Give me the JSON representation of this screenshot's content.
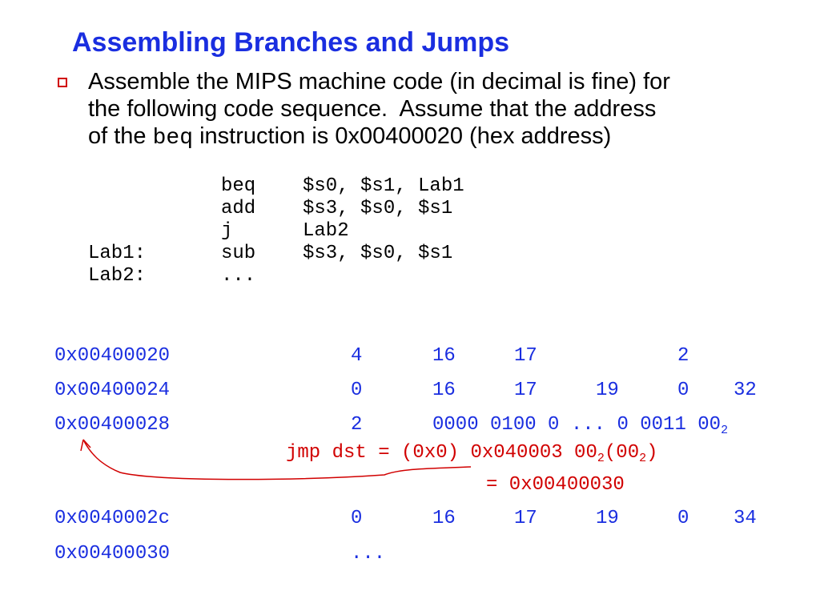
{
  "title": "Assembling Branches and Jumps",
  "bullet": {
    "line1": "Assemble the MIPS machine code (in decimal is fine) for",
    "line2": "the following code sequence.  Assume that the address",
    "line3_pre": "of the ",
    "line3_code": "beq",
    "line3_post": " instruction is 0x00400020 (hex address)"
  },
  "code": [
    {
      "label": "",
      "op": "beq",
      "args": "$s0, $s1, Lab1"
    },
    {
      "label": "",
      "op": "add",
      "args": "$s3, $s0, $s1"
    },
    {
      "label": "",
      "op": "j",
      "args": "Lab2"
    },
    {
      "label": "Lab1:",
      "op": "sub",
      "args": "$s3, $s0, $s1"
    },
    {
      "label": "Lab2:",
      "op": "...",
      "args": ""
    }
  ],
  "machine": {
    "row1": {
      "addr": "0x00400020",
      "f1": "4",
      "f2": "16",
      "f3": "17",
      "f5": "2"
    },
    "row2": {
      "addr": "0x00400024",
      "f1": "0",
      "f2": "16",
      "f3": "17",
      "f4": "19",
      "f5": "0",
      "f6": "32"
    },
    "row3": {
      "addr": "0x00400028",
      "f1": "2",
      "field": "0000 0100 0 ... 0 0011 00",
      "field_sub": "2"
    },
    "jmp": {
      "prefix": "jmp dst = (0x0) 0x040003 00",
      "sub1": "2",
      "mid": "(00",
      "sub2": "2",
      "end": ")",
      "result": "= 0x00400030"
    },
    "row4": {
      "addr": "0x0040002c",
      "f1": "0",
      "f2": "16",
      "f3": "17",
      "f4": "19",
      "f5": "0",
      "f6": "34"
    },
    "row5": {
      "addr": "0x00400030",
      "f1": "..."
    }
  },
  "colors": {
    "title": "#1a2ee0",
    "hex": "#1a2ee0",
    "annotation": "#d10000",
    "bullet": "#d10000"
  }
}
